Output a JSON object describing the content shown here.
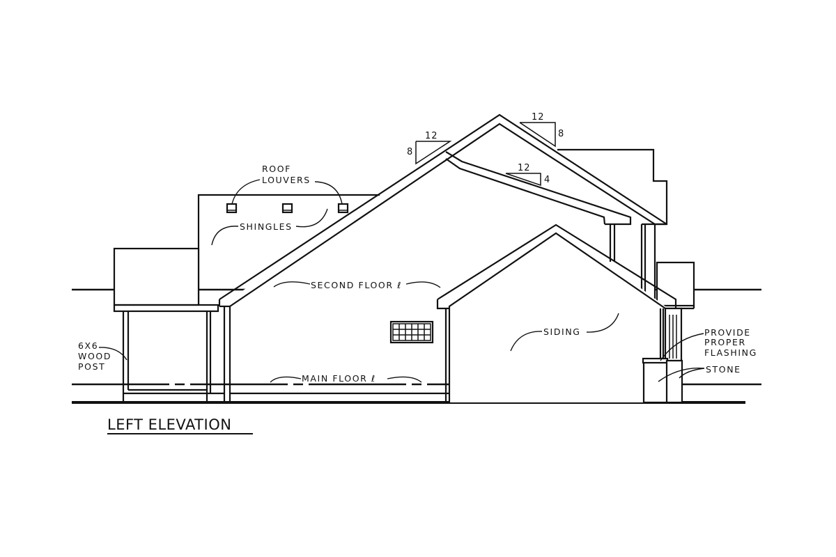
{
  "drawing": {
    "title": "LEFT ELEVATION",
    "reference_lines": {
      "second_floor": "SECOND FLOOR ℓ",
      "main_floor": "MAIN FLOOR ℓ"
    },
    "annotations": {
      "roof_louvers_line1": "ROOF",
      "roof_louvers_line2": "LOUVERS",
      "shingles": "SHINGLES",
      "siding": "SIDING",
      "post_line1": "6X6",
      "post_line2": "WOOD",
      "post_line3": "POST",
      "flashing_line1": "PROVIDE",
      "flashing_line2": "PROPER",
      "flashing_line3": "FLASHING",
      "stone": "STONE"
    },
    "roof_pitches": [
      {
        "run": "12",
        "rise": "8"
      },
      {
        "run": "12",
        "rise": "8"
      },
      {
        "run": "12",
        "rise": "4"
      }
    ]
  }
}
